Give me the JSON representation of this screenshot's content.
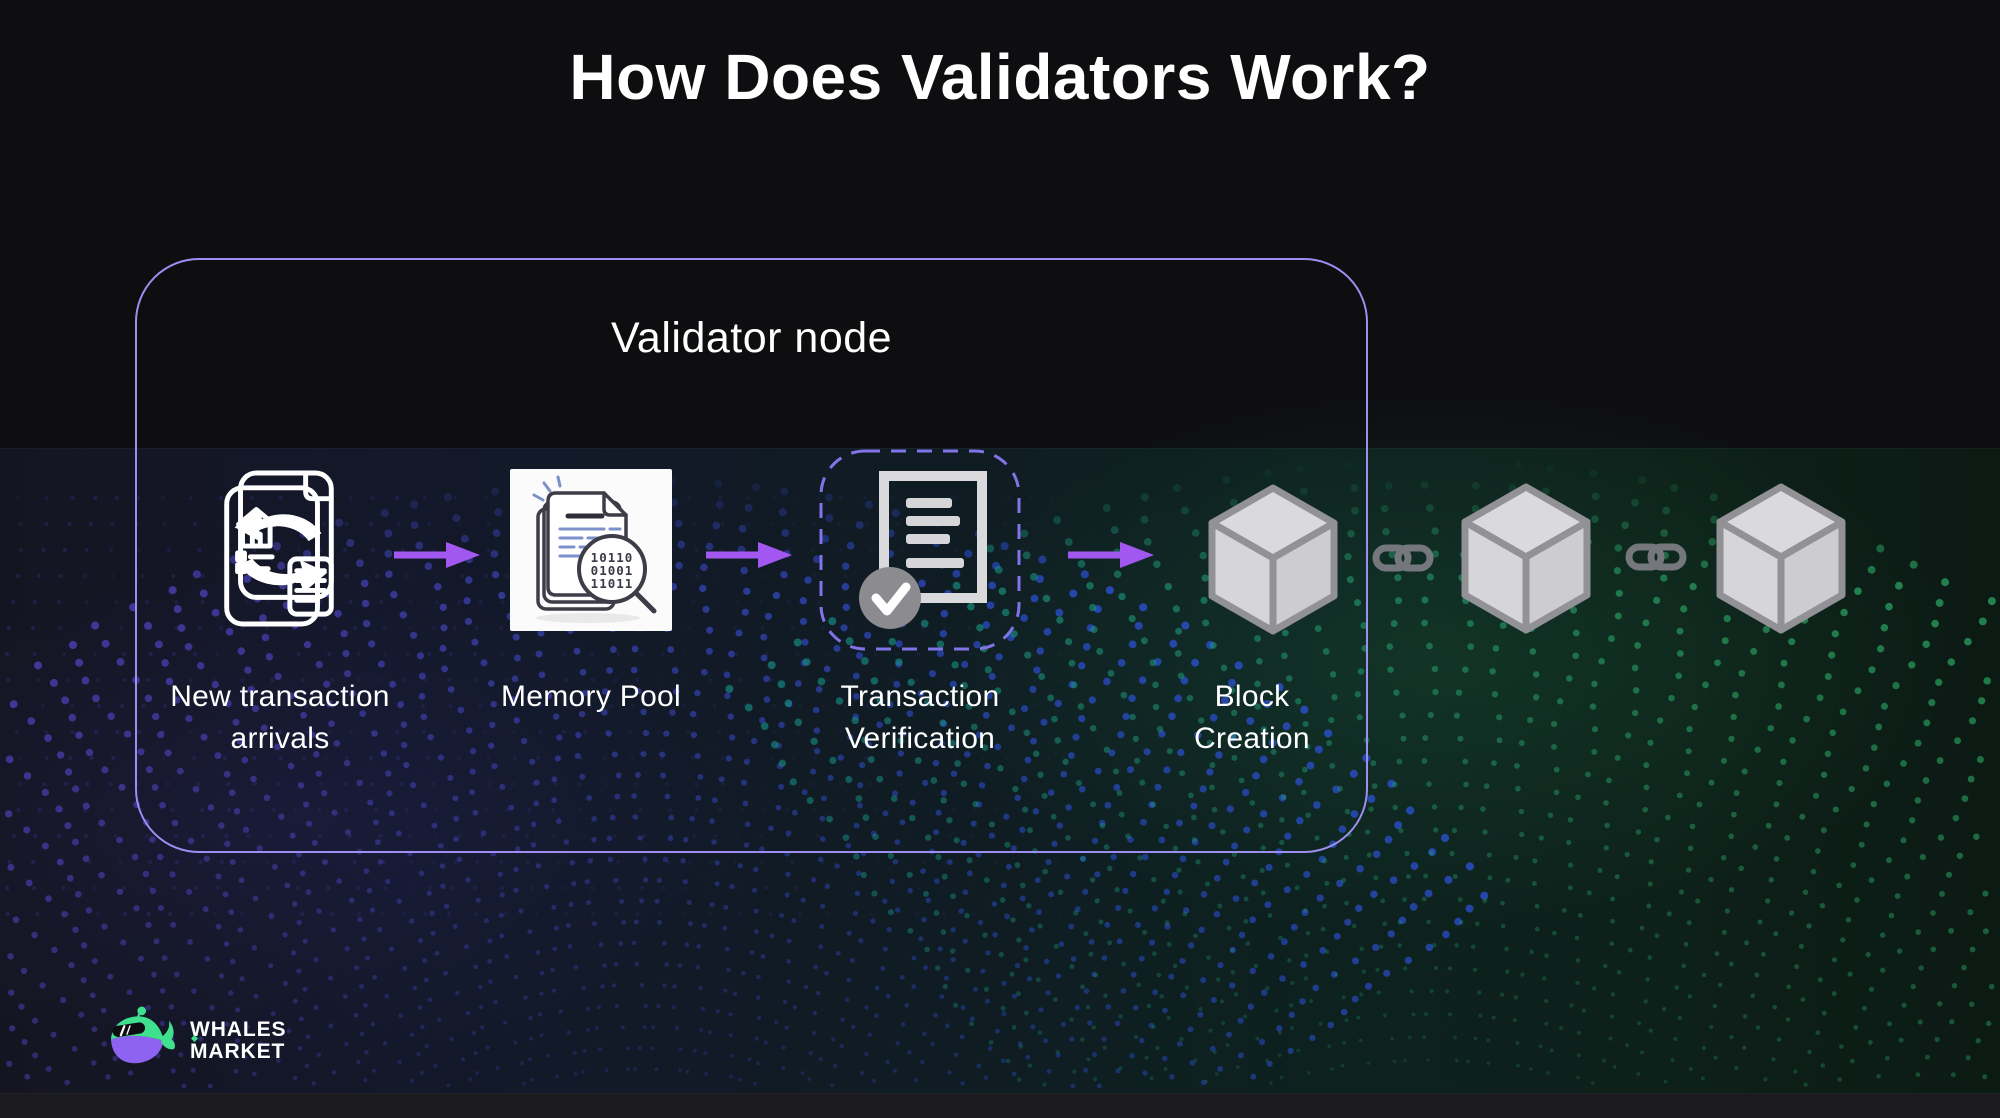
{
  "title": "How Does Validators Work?",
  "validator_node": {
    "label": "Validator node"
  },
  "steps": [
    {
      "label_lines": [
        "New transaction",
        "arrivals"
      ]
    },
    {
      "label_lines": [
        "Memory Pool"
      ],
      "binary_lines": [
        "10110",
        "01001",
        "11011"
      ]
    },
    {
      "label_lines": [
        "Transaction",
        "Verification"
      ]
    },
    {
      "label_lines": [
        "Block",
        "Creation"
      ]
    }
  ],
  "chain": {
    "cube_count": 3,
    "link_count": 2
  },
  "logo": {
    "line1": "WHALES",
    "line2": "MARKET"
  },
  "colors": {
    "background": "#0e0e11",
    "accent_purple": "#a258f0",
    "box_border": "#9e8ef2",
    "dashed_border": "#8373e8",
    "icon_white": "#ffffff",
    "cube_fill": "#d2d2d5",
    "cube_edge": "#919196",
    "link_gray": "#74787c",
    "verify_gray": "#8b8b90",
    "wave_purple": "#5246c8",
    "wave_blue": "#2f55e8",
    "wave_teal": "#178c84",
    "wave_green": "#2eb36b",
    "logo_green": "#3fe08e",
    "logo_purple": "#8f63f2"
  }
}
